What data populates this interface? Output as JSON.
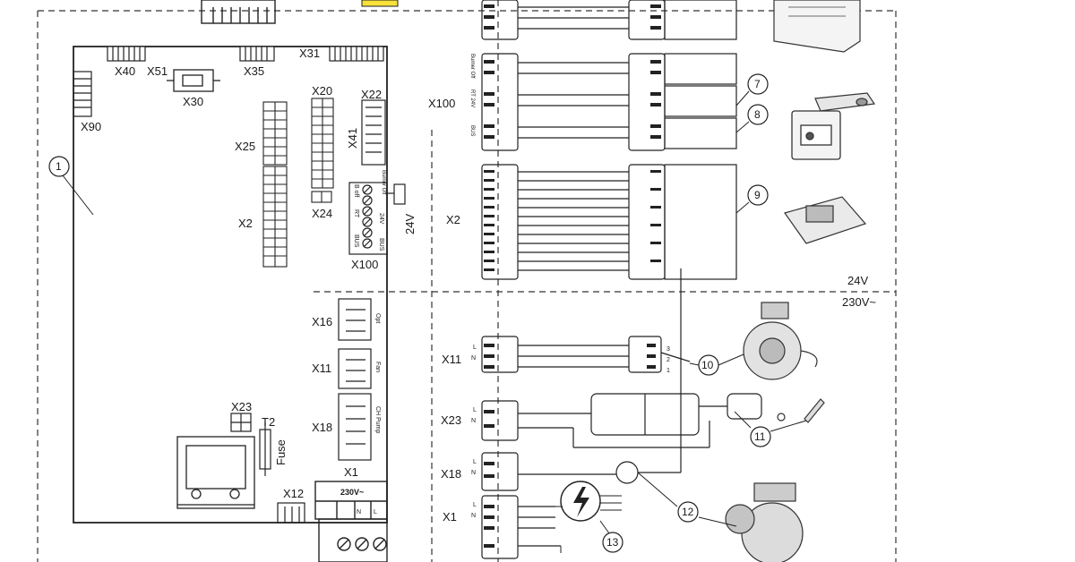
{
  "board": {
    "connectors": {
      "x40": "X40",
      "x51": "X51",
      "x35": "X35",
      "x31": "X31",
      "x30": "X30",
      "x20": "X20",
      "x22": "X22",
      "x90": "X90",
      "x41": "X41",
      "x25": "X25",
      "x2": "X2",
      "x24": "X24",
      "x100": "X100",
      "x16": "X16",
      "x11": "X11",
      "x18": "X18",
      "x23": "X23",
      "x12": "X12",
      "x1": "X1",
      "t2": "T2",
      "fuse": "Fuse"
    },
    "terminal_labels": {
      "x100_top": "Burner Off",
      "x100_boff": "B off",
      "x100_rt": "RT",
      "x100_24v": "24V",
      "x100_bus": "BUS",
      "x100_bus2": "BUS",
      "x16": "Opt",
      "x11": "Fan",
      "x18": "CH Pump",
      "mains": "230V~",
      "n": "N",
      "l": "L"
    },
    "voltage_24v": "24V",
    "callout": "1"
  },
  "wiring": {
    "left_labels": {
      "x100": "X100",
      "x2": "X2",
      "x11": "X11",
      "x23": "X23",
      "x18": "X18",
      "x1": "X1"
    },
    "x100_pin_labels": {
      "burner_off": "Burner Off",
      "rt_24v": "RT 24V",
      "bus": "BUS"
    },
    "lne": {
      "l": "L",
      "n": "N"
    },
    "fan_pins": [
      "3",
      "2",
      "1"
    ],
    "zone_24v": "24V",
    "zone_230v": "230V~",
    "callouts": [
      "7",
      "8",
      "9",
      "10",
      "11",
      "12",
      "13"
    ]
  }
}
